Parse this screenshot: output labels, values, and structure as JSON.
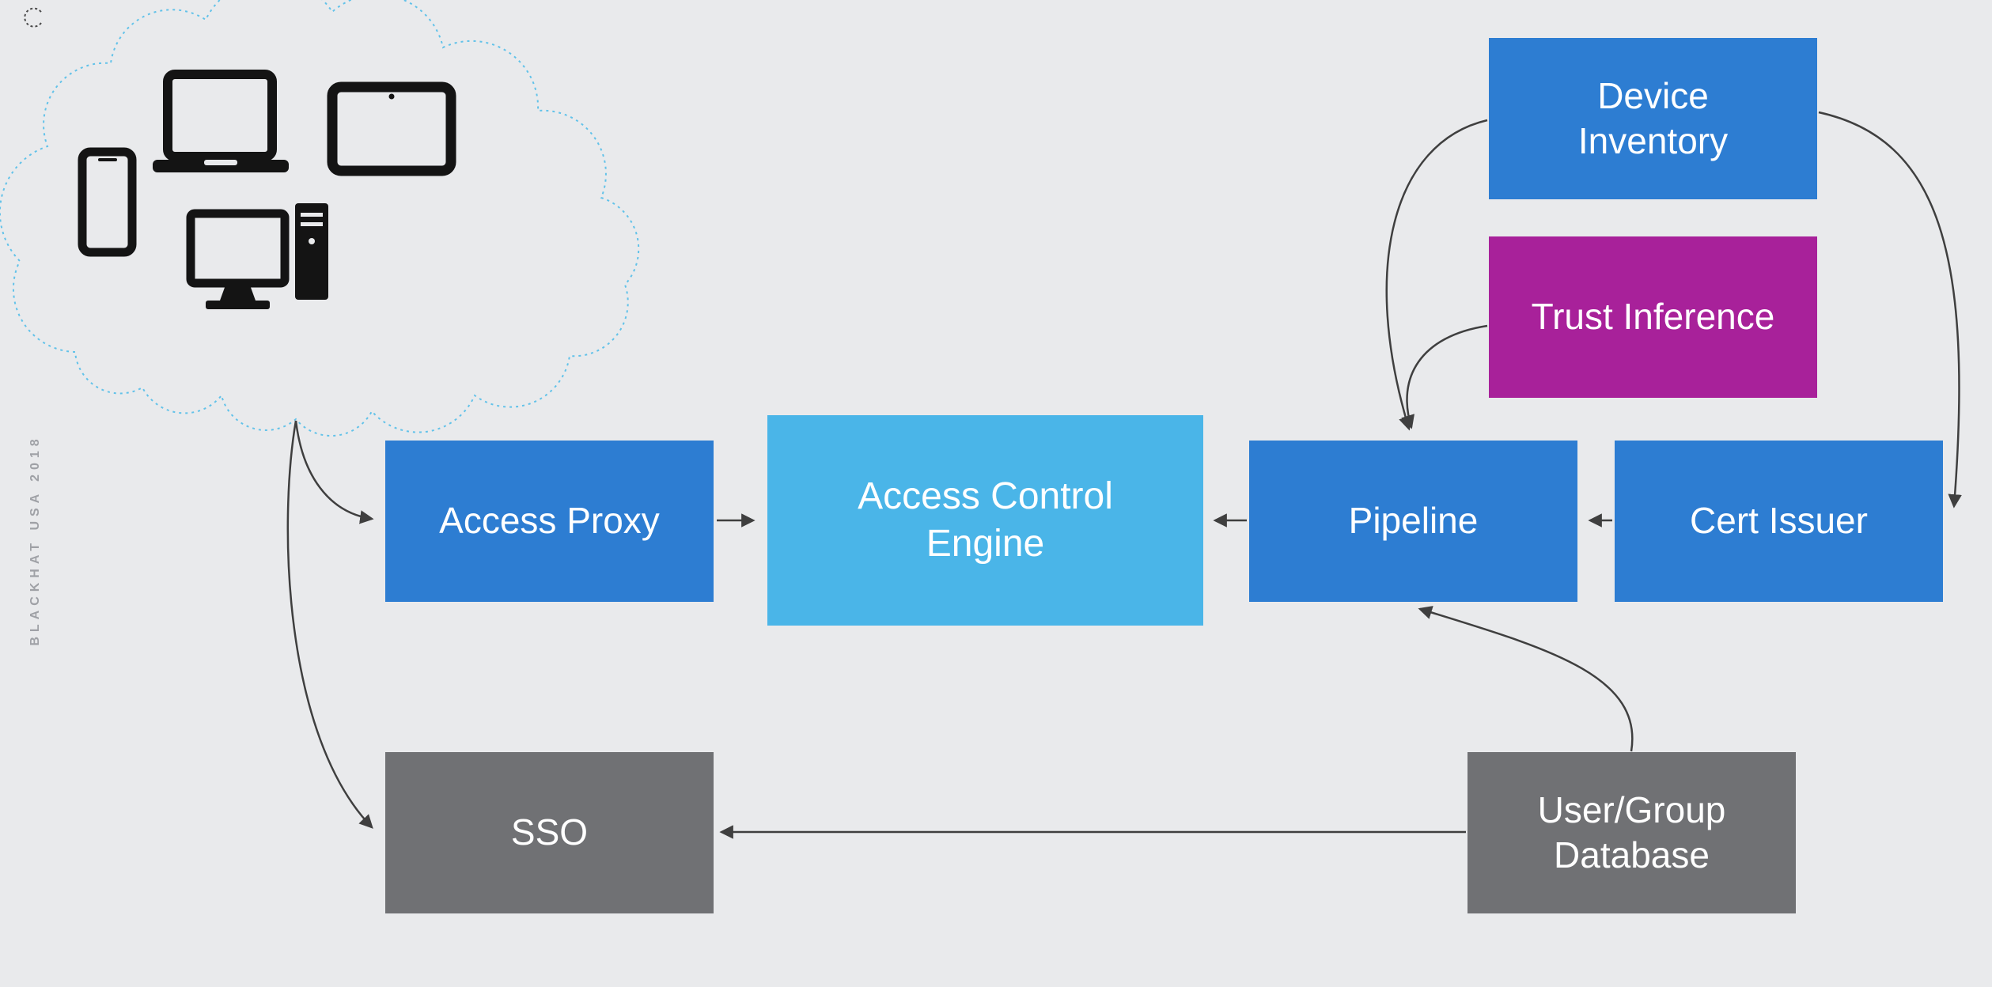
{
  "slide": {
    "background": "#e9eaec",
    "watermark": "BLACKHAT USA 2018"
  },
  "cloud": {
    "name": "client-devices-cloud",
    "outline_color": "#62c2e9",
    "device_icons": [
      "phone-icon",
      "laptop-icon",
      "tablet-icon",
      "monitor-icon",
      "tower-icon"
    ]
  },
  "boxes": {
    "device_inventory": {
      "label": "Device\nInventory",
      "color": "#2d7dd2"
    },
    "trust_inference": {
      "label": "Trust Inference",
      "color": "#a8219a"
    },
    "access_proxy": {
      "label": "Access Proxy",
      "color": "#2d7dd2"
    },
    "access_control_engine": {
      "label": "Access Control\nEngine",
      "color": "#4ab5e8"
    },
    "pipeline": {
      "label": "Pipeline",
      "color": "#2d7dd2"
    },
    "cert_issuer": {
      "label": "Cert Issuer",
      "color": "#2d7dd2"
    },
    "sso": {
      "label": "SSO",
      "color": "#707174"
    },
    "user_group_database": {
      "label": "User/Group\nDatabase",
      "color": "#707174"
    }
  },
  "connections": [
    {
      "from": "client-devices-cloud",
      "to": "access_proxy"
    },
    {
      "from": "client-devices-cloud",
      "to": "sso"
    },
    {
      "from": "access_proxy",
      "to": "access_control_engine"
    },
    {
      "from": "pipeline",
      "to": "access_control_engine"
    },
    {
      "from": "cert_issuer",
      "to": "pipeline"
    },
    {
      "from": "device_inventory",
      "to": "pipeline"
    },
    {
      "from": "trust_inference",
      "to": "pipeline"
    },
    {
      "from": "device_inventory",
      "to": "cert_issuer"
    },
    {
      "from": "user_group_database",
      "to": "pipeline"
    },
    {
      "from": "user_group_database",
      "to": "sso"
    }
  ],
  "arrow_color": "#3f3f3f"
}
